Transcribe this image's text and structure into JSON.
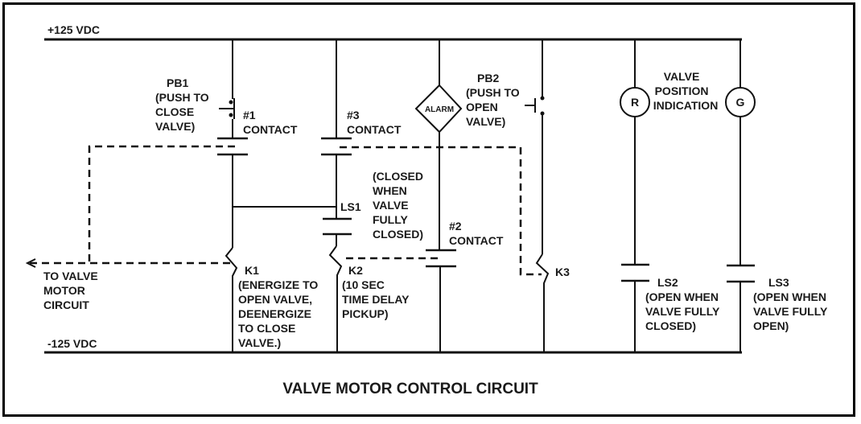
{
  "diagram": {
    "title": "VALVE MOTOR CONTROL CIRCUIT",
    "rails": {
      "positive": "+125 VDC",
      "negative": "-125 VDC"
    },
    "components": {
      "pb1": {
        "lines": [
          "PB1",
          "(PUSH TO",
          "CLOSE",
          "VALVE)"
        ]
      },
      "contact1": {
        "lines": [
          "#1",
          "CONTACT"
        ]
      },
      "contact3": {
        "lines": [
          "#3",
          "CONTACT"
        ]
      },
      "alarm": {
        "label": "ALARM"
      },
      "pb2": {
        "lines": [
          "PB2",
          "(PUSH TO",
          "OPEN",
          "VALVE)"
        ]
      },
      "indicator_r": {
        "label": "R"
      },
      "indicator_g": {
        "label": "G"
      },
      "valve_position": {
        "lines": [
          "VALVE",
          "POSITION",
          "INDICATION"
        ]
      },
      "ls1": {
        "label": "LS1",
        "note_lines": [
          "(CLOSED",
          "WHEN",
          "VALVE",
          "FULLY",
          "CLOSED)"
        ]
      },
      "contact2": {
        "lines": [
          "#2",
          "CONTACT"
        ]
      },
      "k1": {
        "label": "K1",
        "note_lines": [
          "(ENERGIZE TO",
          "OPEN VALVE,",
          "DEENERGIZE",
          "TO CLOSE",
          "VALVE.)"
        ]
      },
      "k2": {
        "label": "K2",
        "note_lines": [
          "(10 SEC",
          "TIME DELAY",
          "PICKUP)"
        ]
      },
      "k3": {
        "label": "K3"
      },
      "ls2": {
        "label": "LS2",
        "note_lines": [
          "(OPEN WHEN",
          "VALVE FULLY",
          "CLOSED)"
        ]
      },
      "ls3": {
        "label": "LS3",
        "note_lines": [
          "(OPEN WHEN",
          "VALVE FULLY",
          "OPEN)"
        ]
      },
      "motor_link": {
        "lines": [
          "TO VALVE",
          "MOTOR",
          "CIRCUIT"
        ]
      }
    }
  }
}
